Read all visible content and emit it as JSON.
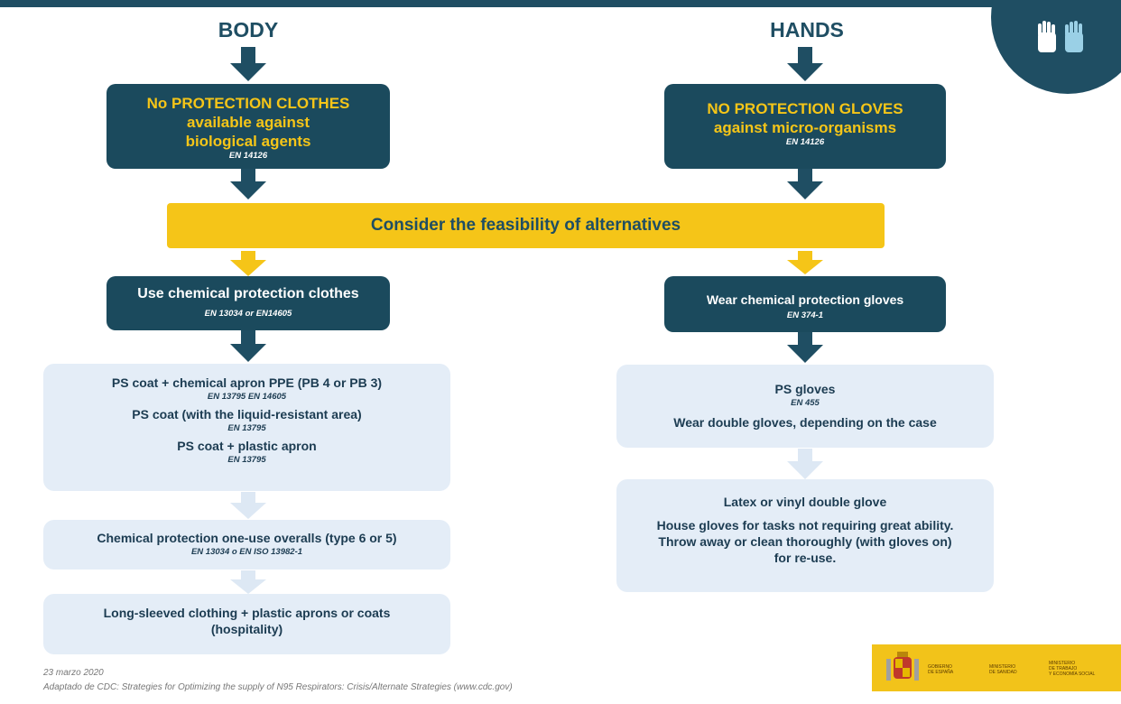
{
  "columns": {
    "body": {
      "title": "BODY",
      "top_box": {
        "line1": "No PROTECTION CLOTHES",
        "line2": "available against",
        "line3": "biological agents",
        "standard": "EN 14126"
      },
      "alt_box": {
        "title": "Use chemical protection clothes",
        "standard": "EN 13034 or EN14605"
      },
      "options1": [
        {
          "label": "PS coat + chemical apron PPE (PB 4 or PB 3)",
          "standard": "EN 13795  EN 14605"
        },
        {
          "label": "PS coat (with the liquid-resistant area)",
          "standard": "EN 13795"
        },
        {
          "label": "PS coat + plastic apron",
          "standard": "EN 13795"
        }
      ],
      "options2": {
        "label": "Chemical protection one-use overalls (type 6 or 5)",
        "standard": "EN 13034 o EN ISO 13982-1"
      },
      "options3": {
        "line1": "Long-sleeved clothing + plastic aprons or coats",
        "line2": "(hospitality)"
      }
    },
    "hands": {
      "title": "HANDS",
      "top_box": {
        "line1": "NO PROTECTION GLOVES",
        "line2": "against micro-organisms",
        "standard": "EN 14126"
      },
      "alt_box": {
        "title": "Wear chemical protection gloves",
        "standard": "EN 374-1"
      },
      "options1": {
        "label": "PS gloves",
        "standard": "EN 455",
        "note": "Wear double gloves, depending on the case"
      },
      "options2": {
        "title": "Latex or vinyl double glove",
        "line1": "House gloves for tasks not requiring great ability.",
        "line2": "Throw away or clean thoroughly (with gloves on)",
        "line3": "for re-use."
      }
    }
  },
  "banner": "Consider the feasibility of alternatives",
  "footer": {
    "date": "23 marzo 2020",
    "source": "Adaptado de CDC: Strategies for Optimizing the supply of N95 Respirators: Crisis/Alternate Strategies (www.cdc.gov)"
  },
  "logo": {
    "gov1_line1": "GOBIERNO",
    "gov1_line2": "DE ESPAÑA",
    "gov2_line1": "MINISTERIO",
    "gov2_line2": "DE SANIDAD",
    "gov3_line1": "MINISTERIO",
    "gov3_line2": "DE TRABAJO",
    "gov3_line3": "Y ECONOMÍA SOCIAL"
  },
  "colors": {
    "navy": "#1b4a5d",
    "yellow": "#f5c518",
    "light": "#e4edf7"
  },
  "icons": {
    "corner": "gloved-hands-icon"
  }
}
